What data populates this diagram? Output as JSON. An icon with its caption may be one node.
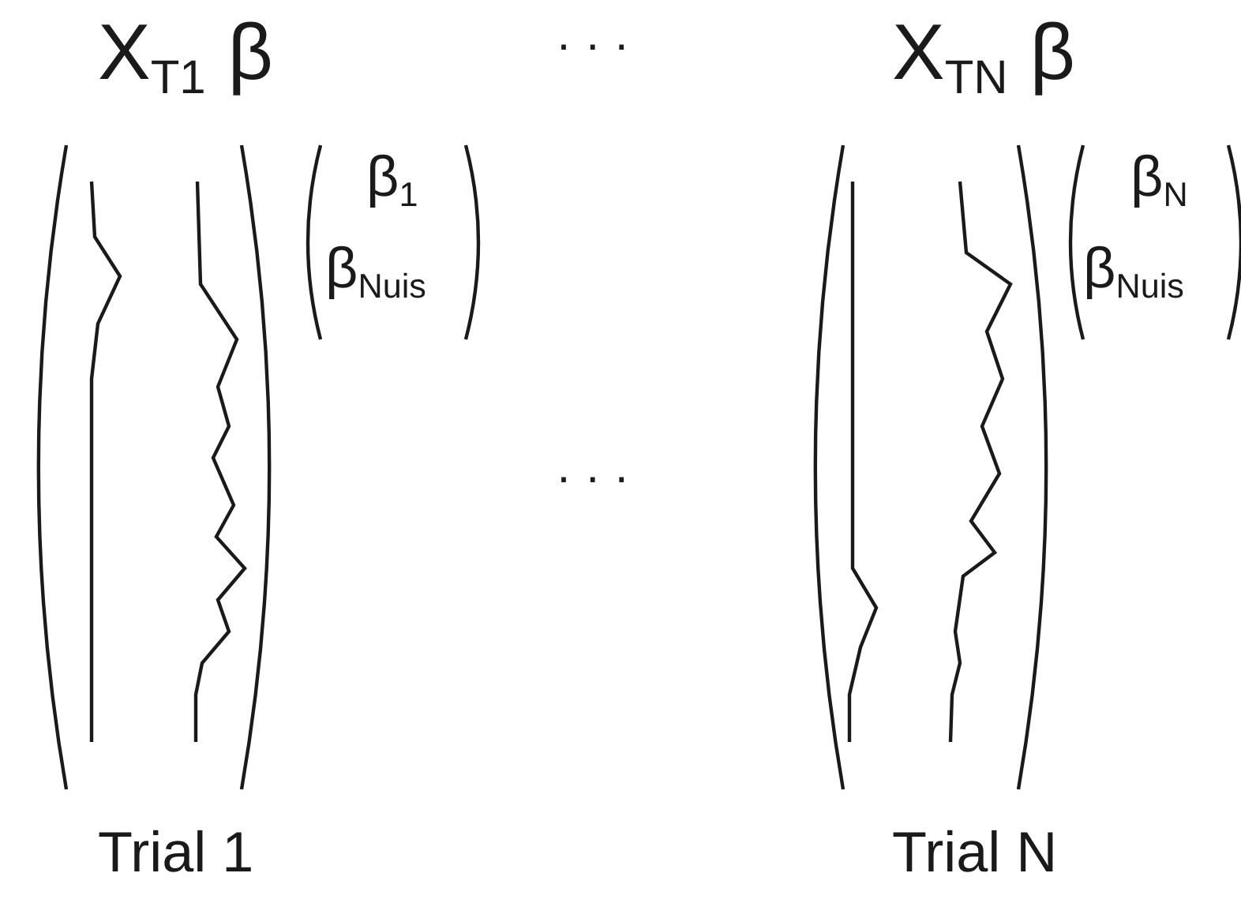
{
  "diagram": {
    "labels": [
      "X$_{T1}$ β",
      "· · ·",
      "X$_{TN}$ β",
      "β$_{1}$",
      "β$_{Nuis}$",
      "β$_{N}$",
      "β$_{Nuis}$",
      "· · ·",
      "Trial 1",
      "Trial N"
    ]
  }
}
